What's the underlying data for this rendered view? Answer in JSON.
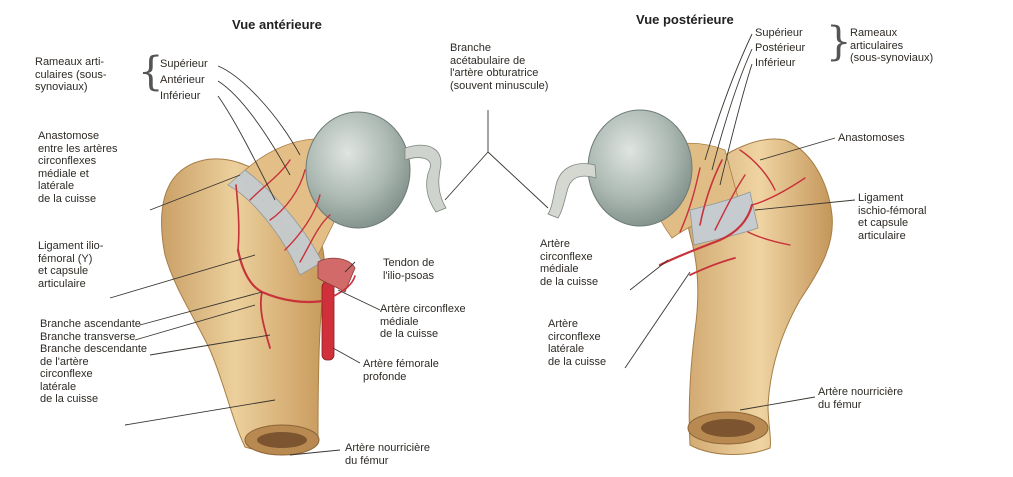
{
  "titles": {
    "anterior": "Vue antérieure",
    "posterior": "Vue postérieure"
  },
  "anterior_labels": {
    "rameaux": "Rameaux arti-\nculaires (sous-\nsynoviaux)",
    "superieur": "Supérieur",
    "anterieur": "Antérieur",
    "inferieur": "Inférieur",
    "anastomose": "Anastomose\nentre les artères\ncirconflexes\nmédiale et\nlatérale\nde la cuisse",
    "ligament": "Ligament ilio-\nfémoral (Y)\net capsule\narticulaire",
    "tendon": "Tendon de\nl'ilio-psoas",
    "circ_mediale": "Artère circonflexe\nmédiale\nde la cuisse",
    "femorale": "Artère fémorale\nprofonde",
    "branches": "Branche ascendante\nBranche transverse\nBranche descendante\nde l'artère\ncirconflexe\nlatérale\nde la cuisse",
    "nourriciere": "Artère nourricière\ndu fémur"
  },
  "center_label": "Branche\nacétabulaire de\nl'artère obturatrice\n(souvent minuscule)",
  "posterior_labels": {
    "superieur": "Supérieur",
    "posterieur": "Postérieur",
    "inferieur": "Inférieur",
    "rameaux": "Rameaux\narticulaires\n(sous-synoviaux)",
    "anastomoses": "Anastomoses",
    "ligament": "Ligament\nischio-fémoral\net capsule\narticulaire",
    "circ_mediale": "Artère\ncirconflexe\nmédiale\nde la cuisse",
    "circ_laterale": "Artère\ncirconflexe\nlatérale\nde la cuisse",
    "nourriciere": "Artère nourricière\ndu fémur"
  },
  "colors": {
    "bone": "#e7c48c",
    "bone_shade": "#c99a5a",
    "cartilage": "#a9b5b0",
    "capsule": "#c8ccd0",
    "artery": "#c8323a",
    "leader": "#3a3530"
  }
}
